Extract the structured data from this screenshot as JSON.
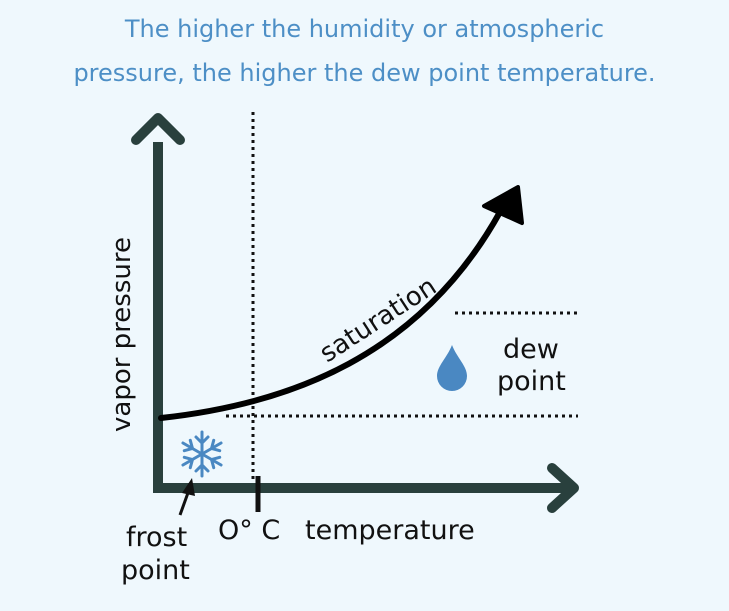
{
  "header": {
    "line1": "The higher the humidity or atmospheric",
    "line2": "pressure, the higher the dew point temperature."
  },
  "labels": {
    "y_axis": "vapor pressure",
    "curve": "saturation",
    "dew_line1": "dew",
    "dew_line2": "point",
    "frost_line1": "frost",
    "frost_line2": "point",
    "zero": "O° C",
    "x_axis": "temperature"
  },
  "icons": {
    "drop": "water-drop-icon",
    "snow": "snowflake-icon"
  },
  "colors": {
    "background": "#eff8fd",
    "title": "#4d8fc6",
    "axes": "#29403d",
    "icon": "#4a88c2",
    "curve": "#000000"
  }
}
